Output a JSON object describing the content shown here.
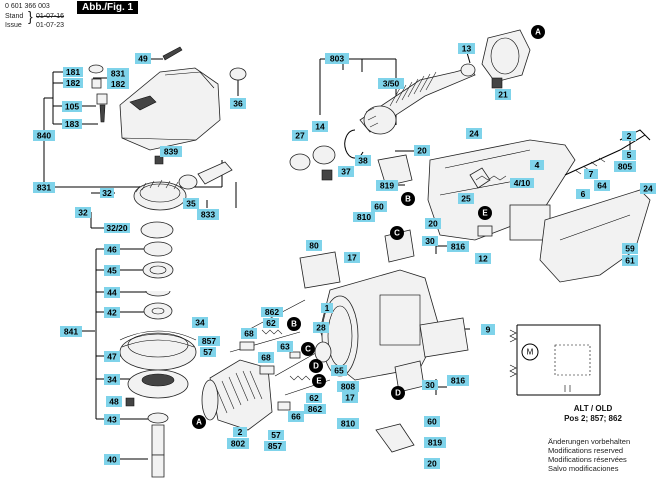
{
  "header": {
    "doc_number": "0 601 366 003",
    "stand_label": "Stand",
    "stand_date": "01-07-16",
    "issue_label": "Issue",
    "issue_date": "01-07-23",
    "figure_tag": "Abb./Fig. 1"
  },
  "labels": {
    "l13": "13",
    "l49": "49",
    "l803": "803",
    "l350": "3/50",
    "l21": "21",
    "l831a": "831",
    "l181": "181",
    "l182": "182",
    "l105": "105",
    "l183": "183",
    "l840": "840",
    "l36": "36",
    "l14": "14",
    "l27": "27",
    "l37": "37",
    "l38": "38",
    "l24a": "24",
    "l2": "2",
    "l5": "5",
    "l805": "805",
    "l20a": "20",
    "l839": "839",
    "l831b": "831",
    "l32a": "32",
    "l32b": "32",
    "l35": "35",
    "l833": "833",
    "l3220": "32/20",
    "l46": "46",
    "l45": "45",
    "l44": "44",
    "l42": "42",
    "l841": "841",
    "l34": "34",
    "l47": "47",
    "l48": "48",
    "l43": "43",
    "l40": "40",
    "l819a": "819",
    "l25": "25",
    "l410": "4/10",
    "l4": "4",
    "l6": "6",
    "l64": "64",
    "l7": "7",
    "l24b": "24",
    "l60a": "60",
    "l20b": "20",
    "l810a": "810",
    "l30a": "30",
    "l816a": "816",
    "l80": "80",
    "l12": "12",
    "l59": "59",
    "l61": "61",
    "l17a": "17",
    "l1": "1",
    "l862a": "862",
    "l62a": "62",
    "l68a": "68",
    "l857a": "857",
    "l57a": "57",
    "l28": "28",
    "l63": "63",
    "l68b": "68",
    "l65": "65",
    "l808": "808",
    "l9": "9",
    "l30b": "30",
    "l816b": "816",
    "l17b": "17",
    "l60b": "60",
    "l810b": "810",
    "l62b": "62",
    "l862b": "862",
    "l66": "66",
    "l2b": "2",
    "l802": "802",
    "l57b": "57",
    "l857b": "857",
    "l819b": "819",
    "l20c": "20"
  },
  "circle_refs": {
    "a1": "A",
    "a2": "A",
    "b1": "B",
    "b2": "B",
    "c1": "C",
    "c2": "C",
    "d1": "D",
    "d2": "D",
    "e1": "E",
    "e2": "E"
  },
  "alt_old": {
    "line1": "ALT / OLD",
    "line2": "Pos 2; 857; 862"
  },
  "notes": [
    "Änderungen vorbehalten",
    "Modifications reserved",
    "Modifications réservées",
    "Salvo modificaciones"
  ],
  "schematic": {
    "motor_label": "M"
  },
  "colors": {
    "label_fill": "#7fd3ea",
    "label_text": "#000000",
    "line": "#000000"
  }
}
